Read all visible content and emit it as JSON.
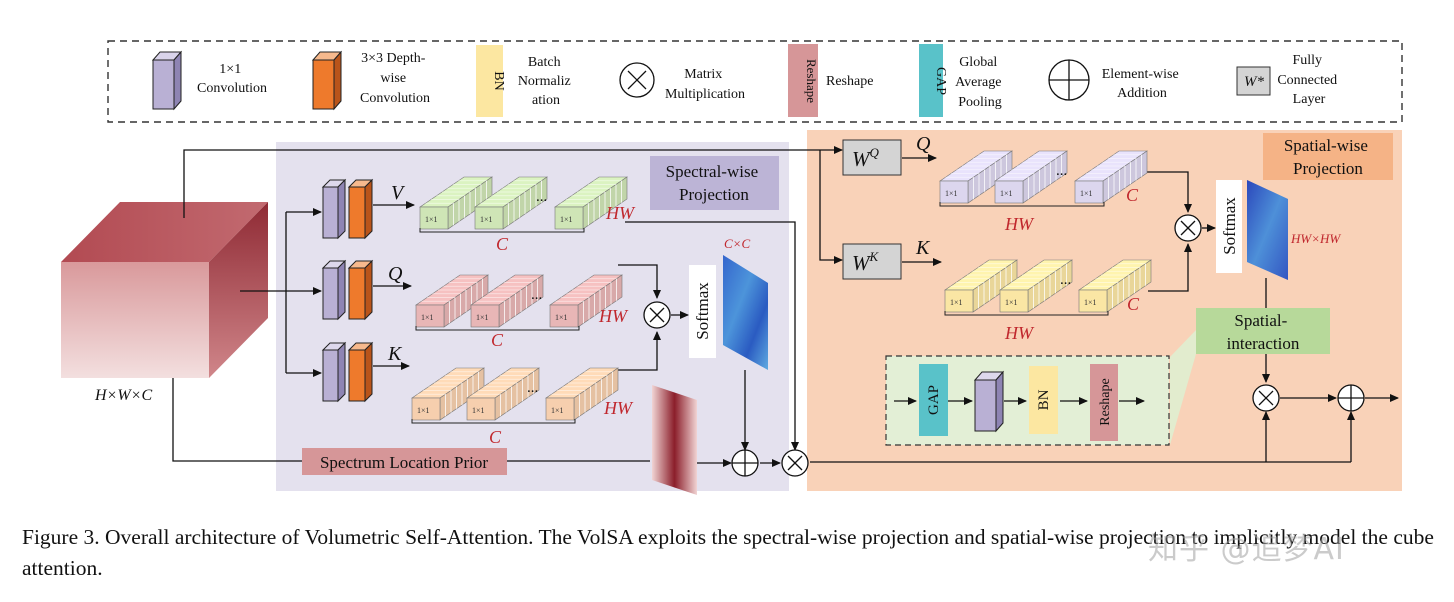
{
  "legend": {
    "conv1x1": [
      "1×1",
      "Convolution"
    ],
    "conv3x3": [
      "3×3 Depth-",
      "wise",
      "Convolution"
    ],
    "bn_icon": "BN",
    "bn": [
      "Batch",
      "Normaliz",
      "ation"
    ],
    "matmul": [
      "Matrix",
      "Multiplication"
    ],
    "reshape_icon": "Reshape",
    "reshape": "Reshape",
    "gap_icon": "GAP",
    "gap": [
      "Global",
      "Average",
      "Pooling"
    ],
    "add": [
      "Element-wise",
      "Addition"
    ],
    "fc_icon": "W*",
    "fc": [
      "Fully",
      "Connected",
      "Layer"
    ]
  },
  "diagram": {
    "input_label": "H×W×C",
    "spectral_title": [
      "Spectral-wise",
      "Projection"
    ],
    "spatial_title": [
      "Spatial-wise",
      "Projection"
    ],
    "spatial_interaction": [
      "Spatial-",
      "interaction"
    ],
    "prior_label": "Spectrum Location Prior",
    "branch_v": "V",
    "branch_q": "Q",
    "branch_k": "K",
    "dim_hw": "HW",
    "dim_c": "C",
    "unit_cell": "1×1",
    "ellipsis": "...",
    "softmax": "Softmax",
    "cc_label": "C×C",
    "hwhw_label": "HW×HW",
    "wq": "W",
    "wq_sup": "Q",
    "wk": "W",
    "wk_sup": "K",
    "sq": "Q",
    "sk": "K",
    "gap": "GAP",
    "bn": "BN",
    "reshape": "Reshape"
  },
  "caption": "Figure 3. Overall architecture of Volumetric Self-Attention. The VolSA exploits the spectral-wise projection and spatial-wise projection to implicitly model the cube attention.",
  "watermark": "知乎 @追梦AI",
  "colors": {
    "spectral_bg": "#e4e1ee",
    "spatial_bg": "#f9d2b8",
    "conv1": "#b9b0d4",
    "conv3": "#ee7a2c",
    "v_slab": "#cfe5b6",
    "q_slab": "#e8b6b6",
    "k_slab": "#f6cfae",
    "sq_slab": "#dcd6ee",
    "sk_slab": "#fae6a4",
    "bn": "#fce7a1",
    "gap": "#59c2c9",
    "reshape": "#d69698",
    "prior": "#d69698",
    "accent_red": "#c0272d"
  }
}
